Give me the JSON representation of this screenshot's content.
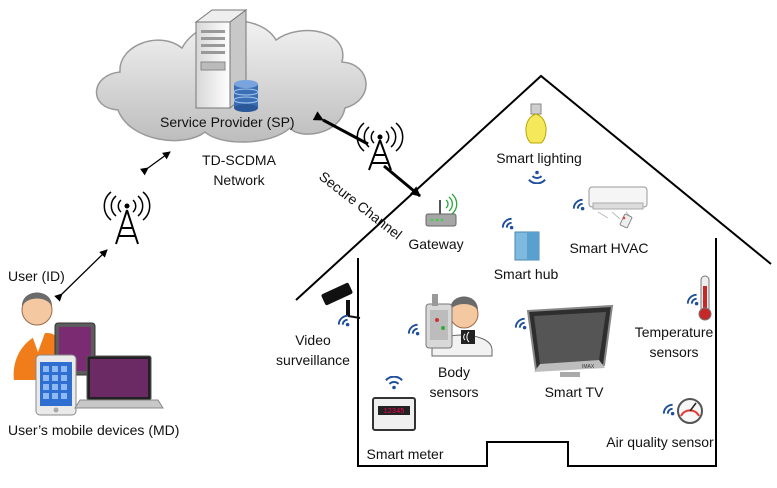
{
  "cloud": {
    "label": "Service Provider (SP)"
  },
  "network": {
    "line1": "TD-SCDMA",
    "line2": "Network"
  },
  "channel": {
    "label": "Secure Channel"
  },
  "user": {
    "label": "User (ID)",
    "devices_label": "User’s mobile devices (MD)"
  },
  "home": {
    "gateway": "Gateway",
    "smart_lighting": "Smart lighting",
    "smart_hvac": "Smart HVAC",
    "smart_hub": "Smart hub",
    "video_line1": "Video",
    "video_line2": "surveillance",
    "body_line1": "Body",
    "body_line2": "sensors",
    "smart_tv": "Smart TV",
    "temp_line1": "Temperature",
    "temp_line2": "sensors",
    "smart_meter": "Smart meter",
    "air_quality": "Air quality sensor",
    "tv_brand": "IMAX",
    "meter_reading": "12345"
  },
  "colors": {
    "wifi": "#1f4e9c",
    "cloud_fill": "#d9d9d9",
    "laptop_screen": "#6b2a63",
    "phone_screen": "#2f6fd1",
    "bulb": "#f5e85a",
    "person_shirt": "#f07d1a",
    "tablet_screen": "#7b2b72"
  },
  "icons": [
    "server-icon",
    "database-icon",
    "antenna-icon",
    "router-icon",
    "bulb-icon",
    "air-conditioner-icon",
    "hub-icon",
    "camera-icon",
    "person-icon",
    "body-sensor-icon",
    "tv-icon",
    "thermometer-icon",
    "meter-icon",
    "gauge-icon",
    "wifi-icon",
    "phone-icon",
    "tablet-icon",
    "laptop-icon",
    "nfc-icon"
  ]
}
